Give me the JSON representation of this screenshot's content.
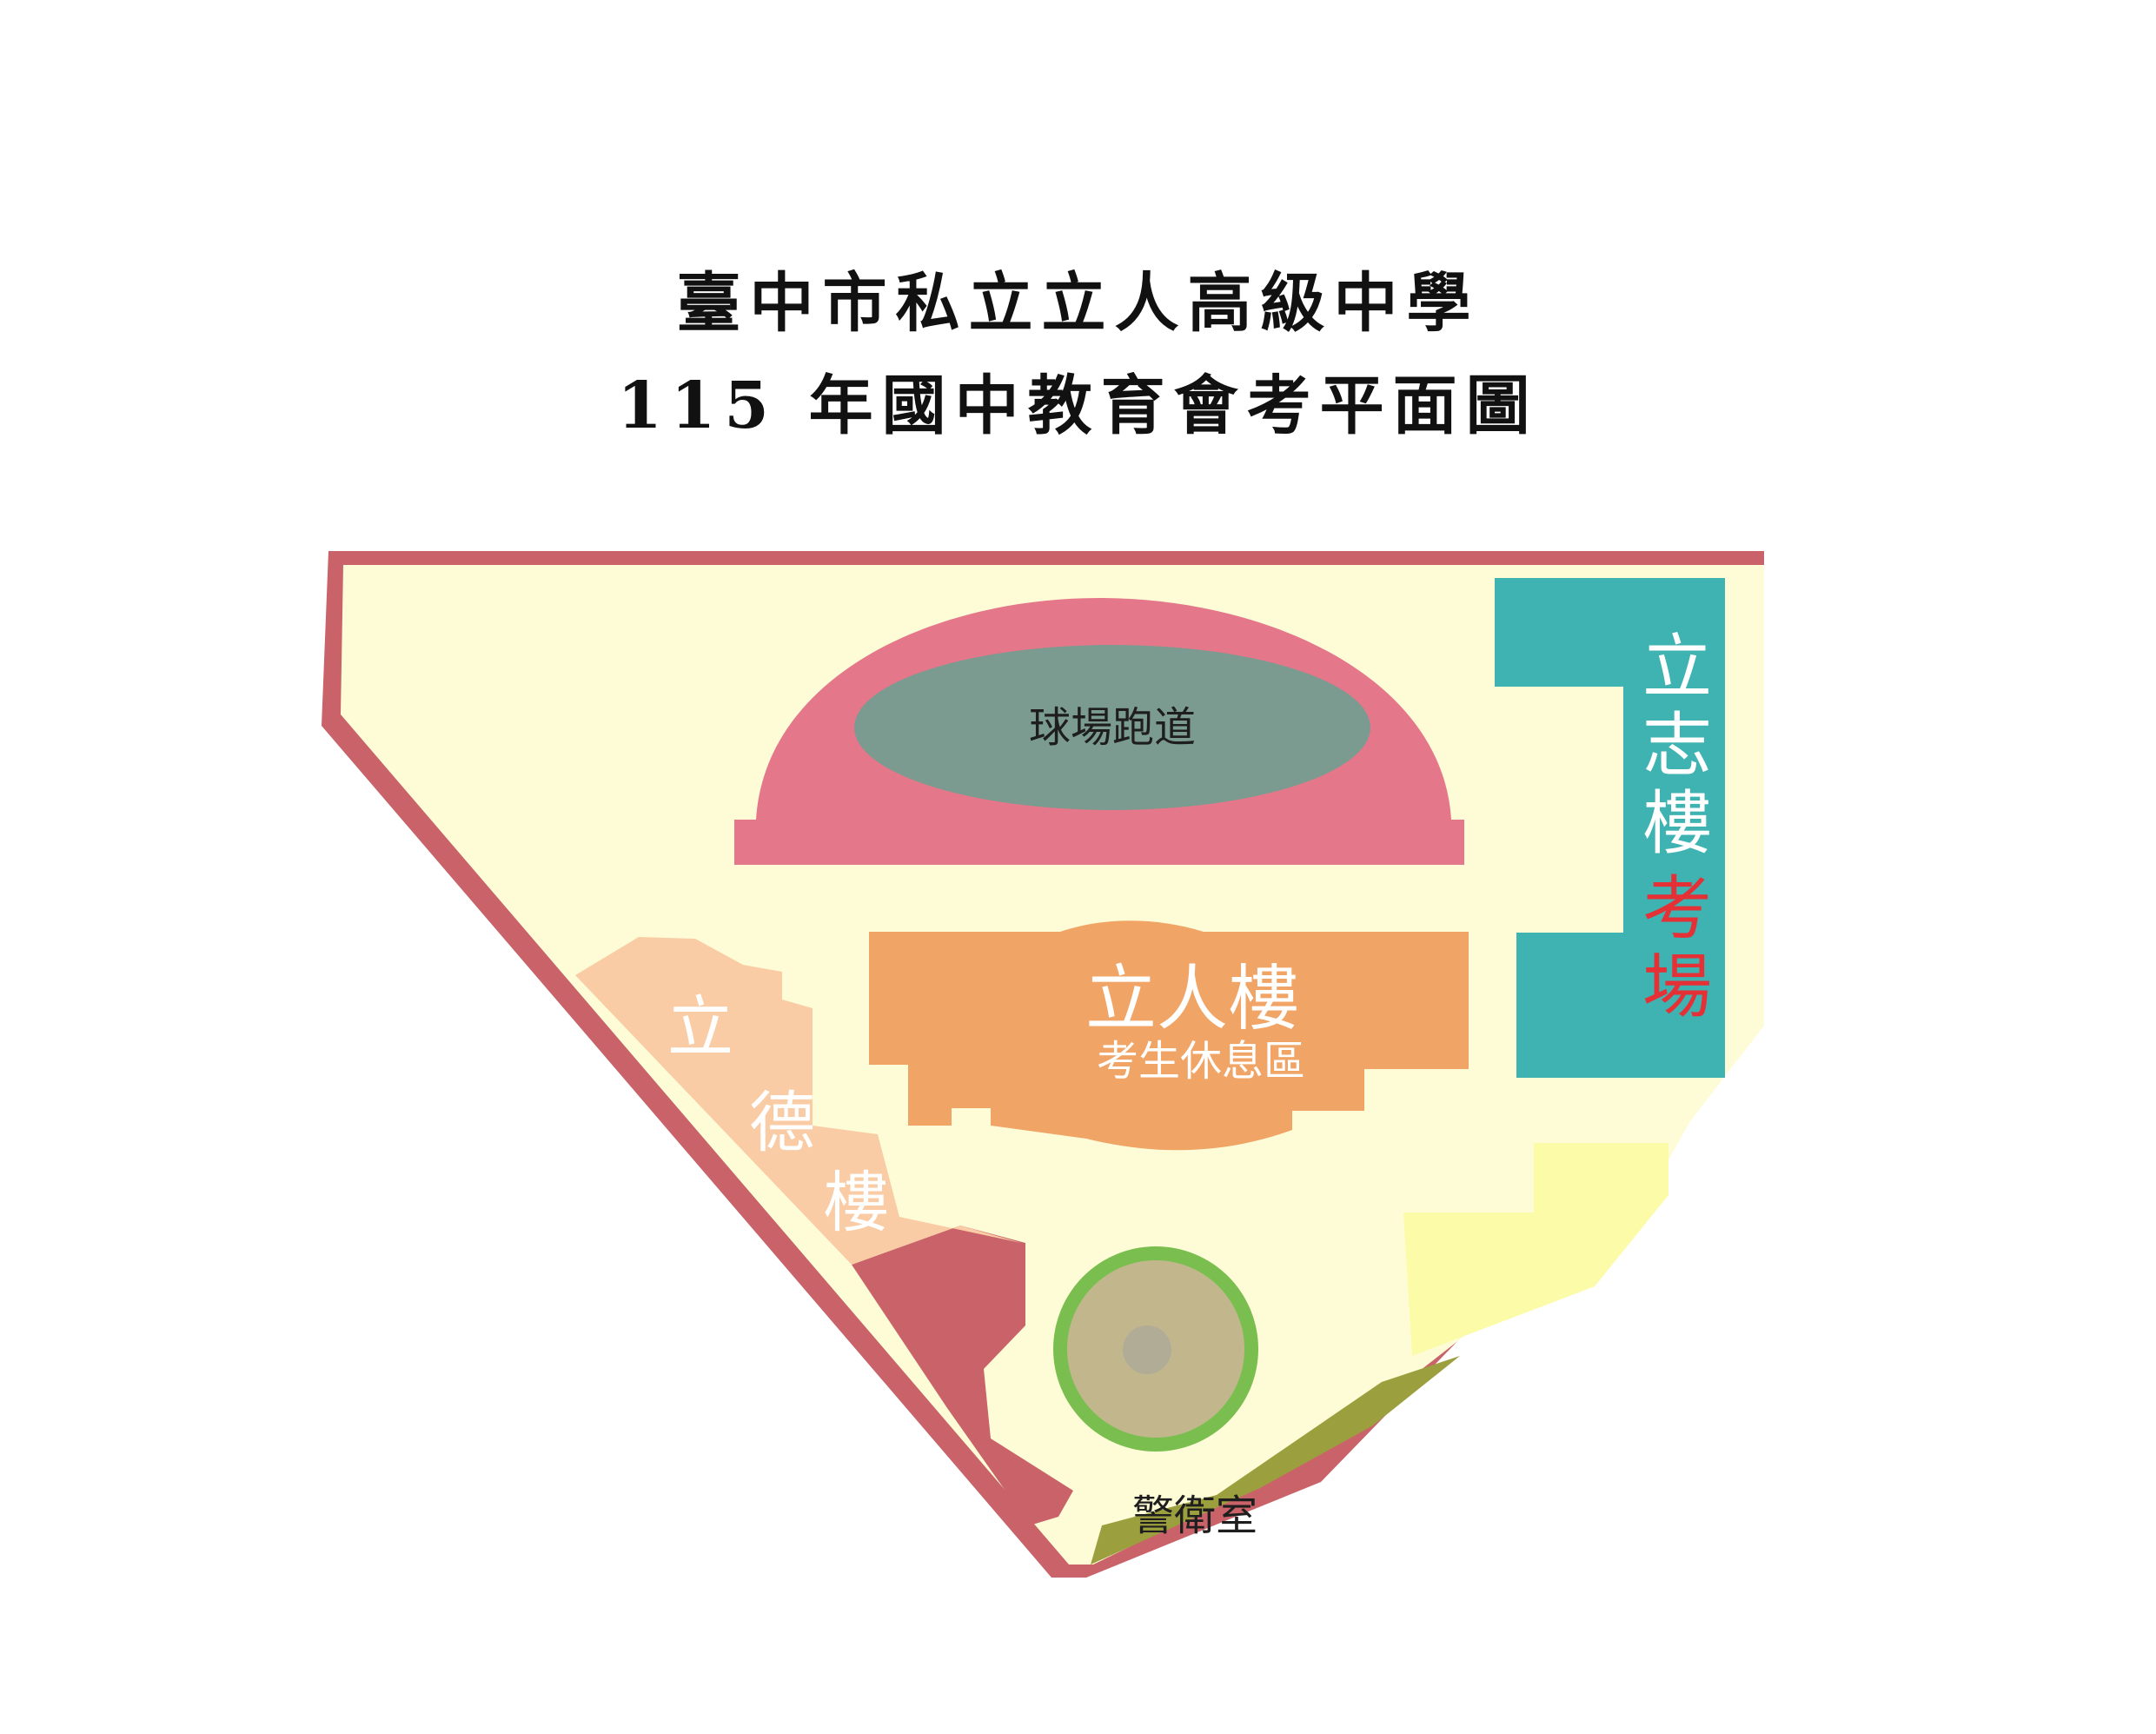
{
  "title": {
    "school": "臺中市私立立人高級中學",
    "exam": "115 年國中教育會考平面圖"
  },
  "map": {
    "track": {
      "label": "球場跑道"
    },
    "lizhi_building": {
      "name": "立志樓",
      "note": "考場"
    },
    "liren_building": {
      "name": "立人樓",
      "note": "考生休息區"
    },
    "lide_building": {
      "name_chars": [
        "立",
        "德",
        "樓"
      ]
    },
    "guard_room": {
      "label": "警衛室"
    }
  },
  "colors": {
    "ground": "#FEFCD7",
    "boundary_wall": "#C96369",
    "track_ring": "#E5778A",
    "field": "#7B9B90",
    "lizhi": "#3FB2B2",
    "liren": "#F0A466",
    "lide": "#F9CCA5",
    "yellow_block": "#FCFBA7",
    "olive_strip": "#9C9F3D",
    "garden_ring": "#7ABE4F",
    "exam_note_red": "#E53035"
  }
}
